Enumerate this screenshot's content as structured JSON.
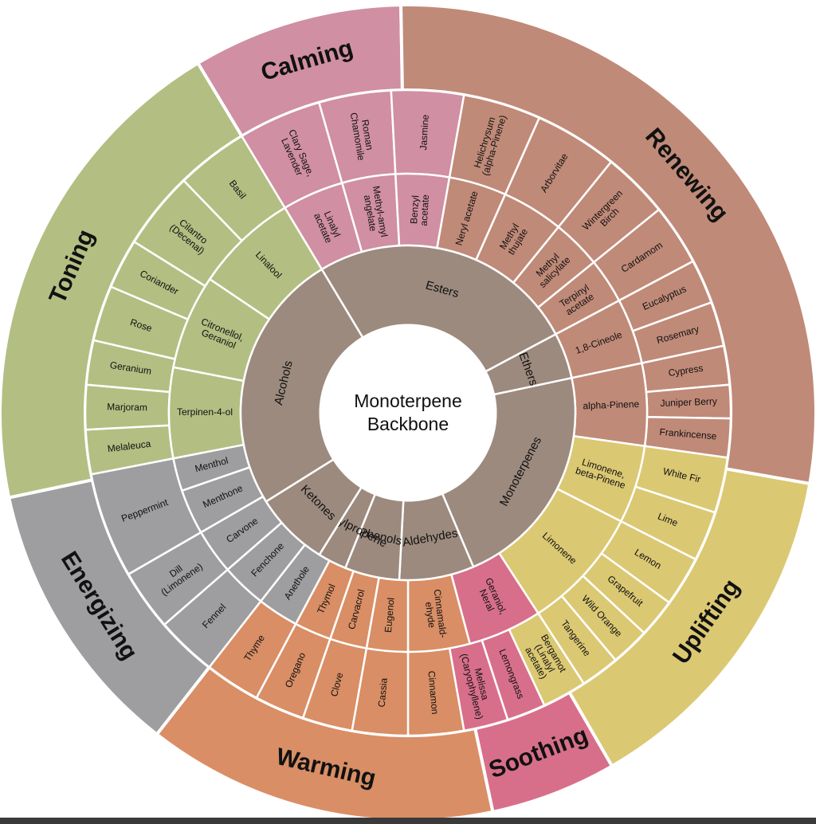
{
  "center": {
    "line1": "Monoterpene",
    "line2": "Backbone"
  },
  "colors": {
    "Calming": "#d08fa3",
    "Renewing": "#c08a78",
    "Uplifting": "#dbc873",
    "Soothing": "#d86f8a",
    "Warming": "#d98e65",
    "Energizing": "#9e9ea0",
    "Toning": "#b3be82",
    "chemistry": "#9c8a7e",
    "stroke": "#ffffff"
  },
  "chemistry": [
    {
      "label": "Esters",
      "start": 329,
      "end": 62
    },
    {
      "label": "Ethers",
      "start": 62,
      "end": 78
    },
    {
      "label": "Monoterpenes",
      "start": 78,
      "end": 157
    },
    {
      "label": "Aldehydes",
      "start": 157,
      "end": 183
    },
    {
      "label": "Phenols",
      "start": 183,
      "end": 202
    },
    {
      "label": "Phenylpropene",
      "start": 202,
      "end": 212
    },
    {
      "label": "Ketones",
      "start": 212,
      "end": 238
    },
    {
      "label": "Alcohols",
      "start": 238,
      "end": 329
    }
  ],
  "compounds": [
    {
      "label": "Linalyl acetate",
      "group": "Calming",
      "start": 329,
      "end": 344
    },
    {
      "label": "Methyl-amyl angelate",
      "group": "Calming",
      "start": 344,
      "end": 357
    },
    {
      "label": "Benzyl acetate",
      "group": "Calming",
      "start": 357,
      "end": 10
    },
    {
      "label": "Neryl acetate",
      "group": "Renewing",
      "start": 10,
      "end": 24
    },
    {
      "label": "Methyl thujate",
      "group": "Renewing",
      "start": 24,
      "end": 39
    },
    {
      "label": "Methyl salicylate",
      "group": "Renewing",
      "start": 39,
      "end": 51
    },
    {
      "label": "Terpinyl acetate",
      "group": "Renewing",
      "start": 51,
      "end": 62
    },
    {
      "label": "1,8-Cineole",
      "group": "Renewing",
      "start": 62,
      "end": 78
    },
    {
      "label": "alpha-Pinene",
      "group": "Renewing",
      "start": 78,
      "end": 98
    },
    {
      "label": "Limonene, beta-Pinene",
      "group": "Uplifting",
      "start": 98,
      "end": 117
    },
    {
      "label": "Limonene",
      "group": "Uplifting",
      "start": 117,
      "end": 147
    },
    {
      "label": "Geraniol, Neral",
      "group": "Soothing",
      "start": 147,
      "end": 165
    },
    {
      "label": "Cinnamald- ehyde",
      "group": "Warming",
      "start": 165,
      "end": 180
    },
    {
      "label": "Eugenol",
      "group": "Warming",
      "start": 180,
      "end": 190
    },
    {
      "label": "Carvacrol",
      "group": "Warming",
      "start": 190,
      "end": 199
    },
    {
      "label": "Thymol",
      "group": "Warming",
      "start": 199,
      "end": 208
    },
    {
      "label": "Anethole",
      "group": "Energizing",
      "start": 208,
      "end": 218
    },
    {
      "label": "Fenchone",
      "group": "Energizing",
      "start": 218,
      "end": 229
    },
    {
      "label": "Carvone",
      "group": "Energizing",
      "start": 229,
      "end": 240
    },
    {
      "label": "Menthone",
      "group": "Energizing",
      "start": 240,
      "end": 251
    },
    {
      "label": "Menthol",
      "group": "Energizing",
      "start": 251,
      "end": 259
    },
    {
      "label": "Terpinen-4-ol",
      "group": "Toning",
      "start": 259,
      "end": 281
    },
    {
      "label": "Citronellol, Geraniol",
      "group": "Toning",
      "start": 281,
      "end": 304
    },
    {
      "label": "Linalool",
      "group": "Toning",
      "start": 304,
      "end": 329
    }
  ],
  "oils": [
    {
      "label": "Clary Sage, Lavender",
      "group": "Calming",
      "start": 329,
      "end": 344
    },
    {
      "label": "Roman Chamomile",
      "group": "Calming",
      "start": 344,
      "end": 357
    },
    {
      "label": "Jasmine",
      "group": "Calming",
      "start": 357,
      "end": 10
    },
    {
      "label": "Helichrysum (alpha-Pinene)",
      "group": "Renewing",
      "start": 10,
      "end": 24
    },
    {
      "label": "Arborvitae",
      "group": "Renewing",
      "start": 24,
      "end": 39
    },
    {
      "label": "Wintergreen Birch",
      "group": "Renewing",
      "start": 39,
      "end": 51
    },
    {
      "label": "Cardamom",
      "group": "Renewing",
      "start": 51,
      "end": 62
    },
    {
      "label": "Eucalyptus",
      "group": "Renewing",
      "start": 62,
      "end": 70
    },
    {
      "label": "Rosemary",
      "group": "Renewing",
      "start": 70,
      "end": 78
    },
    {
      "label": "Cypress",
      "group": "Renewing",
      "start": 78,
      "end": 85
    },
    {
      "label": "Juniper Berry",
      "group": "Renewing",
      "start": 85,
      "end": 91
    },
    {
      "label": "Frankincense",
      "group": "Renewing",
      "start": 91,
      "end": 98
    },
    {
      "label": "White Fir",
      "group": "Uplifting",
      "start": 98,
      "end": 108
    },
    {
      "label": "Lime",
      "group": "Uplifting",
      "start": 108,
      "end": 117
    },
    {
      "label": "Lemon",
      "group": "Uplifting",
      "start": 117,
      "end": 126
    },
    {
      "label": "Grapefruit",
      "group": "Uplifting",
      "start": 126,
      "end": 133
    },
    {
      "label": "Wild Orange",
      "group": "Uplifting",
      "start": 133,
      "end": 140
    },
    {
      "label": "Tangerine",
      "group": "Uplifting",
      "start": 140,
      "end": 147
    },
    {
      "label": "Bergamot (Linalyl acetate)",
      "group": "Uplifting",
      "start": 147,
      "end": 155
    },
    {
      "label": "Lemongrass",
      "group": "Soothing",
      "start": 155,
      "end": 162
    },
    {
      "label": "Melissa (Caryophyllene)",
      "group": "Soothing",
      "start": 162,
      "end": 170
    },
    {
      "label": "Cinnamon",
      "group": "Warming",
      "start": 170,
      "end": 180
    },
    {
      "label": "Cassia",
      "group": "Warming",
      "start": 180,
      "end": 190
    },
    {
      "label": "Clove",
      "group": "Warming",
      "start": 190,
      "end": 199
    },
    {
      "label": "Oregano",
      "group": "Warming",
      "start": 199,
      "end": 208
    },
    {
      "label": "Thyme",
      "group": "Warming",
      "start": 208,
      "end": 218
    },
    {
      "label": "Fennel",
      "group": "Energizing",
      "start": 218,
      "end": 229
    },
    {
      "label": "Dill (Limonene)",
      "group": "Energizing",
      "start": 229,
      "end": 240
    },
    {
      "label": "Peppermint",
      "group": "Energizing",
      "start": 240,
      "end": 259
    },
    {
      "label": "Melaleuca",
      "group": "Toning",
      "start": 259,
      "end": 267
    },
    {
      "label": "Marjoram",
      "group": "Toning",
      "start": 267,
      "end": 275
    },
    {
      "label": "Geranium",
      "group": "Toning",
      "start": 275,
      "end": 283
    },
    {
      "label": "Rose",
      "group": "Toning",
      "start": 283,
      "end": 293
    },
    {
      "label": "Coriander",
      "group": "Toning",
      "start": 293,
      "end": 302
    },
    {
      "label": "Cilantro (Decenal)",
      "group": "Toning",
      "start": 302,
      "end": 316
    },
    {
      "label": "Basil",
      "group": "Toning",
      "start": 316,
      "end": 329
    }
  ],
  "categories": [
    {
      "label": "Calming",
      "start": 329,
      "end": 359
    },
    {
      "label": "Renewing",
      "start": 359,
      "end": 100
    },
    {
      "label": "Uplifting",
      "start": 100,
      "end": 150
    },
    {
      "label": "Soothing",
      "start": 150,
      "end": 168
    },
    {
      "label": "Warming",
      "start": 168,
      "end": 218
    },
    {
      "label": "Energizing",
      "start": 218,
      "end": 258
    },
    {
      "label": "Toning",
      "start": 258,
      "end": 329
    }
  ]
}
